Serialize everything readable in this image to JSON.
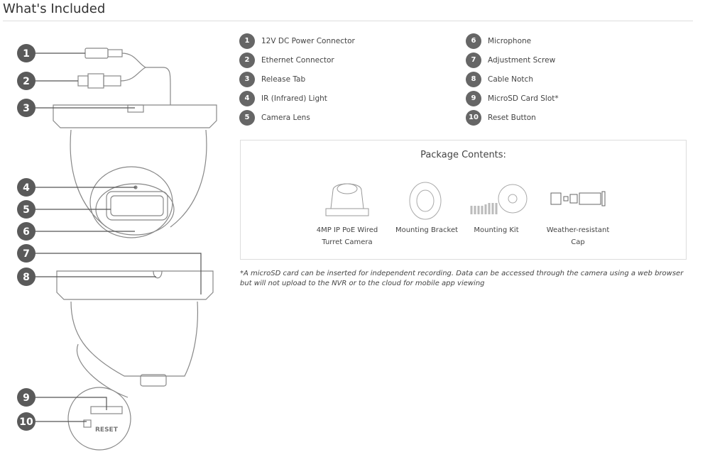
{
  "title": "What's Included",
  "diagram": {
    "callouts": [
      "1",
      "2",
      "3",
      "4",
      "5",
      "6",
      "7",
      "8",
      "9",
      "10"
    ],
    "reset_text": "RESET"
  },
  "parts_left": [
    {
      "num": "1",
      "label": "12V DC Power Connector"
    },
    {
      "num": "2",
      "label": "Ethernet Connector"
    },
    {
      "num": "3",
      "label": "Release Tab"
    },
    {
      "num": "4",
      "label": "IR (Infrared) Light"
    },
    {
      "num": "5",
      "label": "Camera Lens"
    }
  ],
  "parts_right": [
    {
      "num": "6",
      "label": "Microphone"
    },
    {
      "num": "7",
      "label": "Adjustment Screw"
    },
    {
      "num": "8",
      "label": "Cable Notch"
    },
    {
      "num": "9",
      "label": "MicroSD Card Slot*"
    },
    {
      "num": "10",
      "label": "Reset Button"
    }
  ],
  "package": {
    "title": "Package Contents:",
    "items": [
      {
        "line1": "4MP IP PoE Wired",
        "line2": "Turret Camera"
      },
      {
        "line1": "Mounting Bracket",
        "line2": ""
      },
      {
        "line1": "Mounting Kit",
        "line2": ""
      },
      {
        "line1": "Weather-resistant",
        "line2": "Cap"
      }
    ]
  },
  "footnote": "*A microSD card can be inserted for independent recording. Data can be accessed through the camera using a web browser but will not upload to the NVR or to the cloud for mobile app viewing"
}
